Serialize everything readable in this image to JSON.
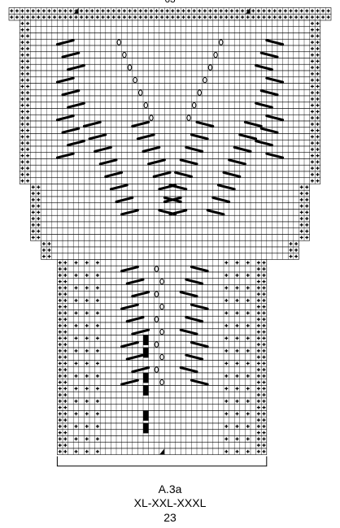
{
  "diagram": {
    "top_stitch_count": "63",
    "chart_title": "A.3a",
    "sizes": "XL-XXL-XXXL",
    "bottom_stitch_count": "23",
    "colors": {
      "grid_line": "#000000",
      "background": "#ffffff",
      "symbol": "#000000"
    },
    "symbols": [
      "purl-plus",
      "yarn-over",
      "k2tog",
      "ssk",
      "increase-triangle",
      "solid-square"
    ]
  }
}
